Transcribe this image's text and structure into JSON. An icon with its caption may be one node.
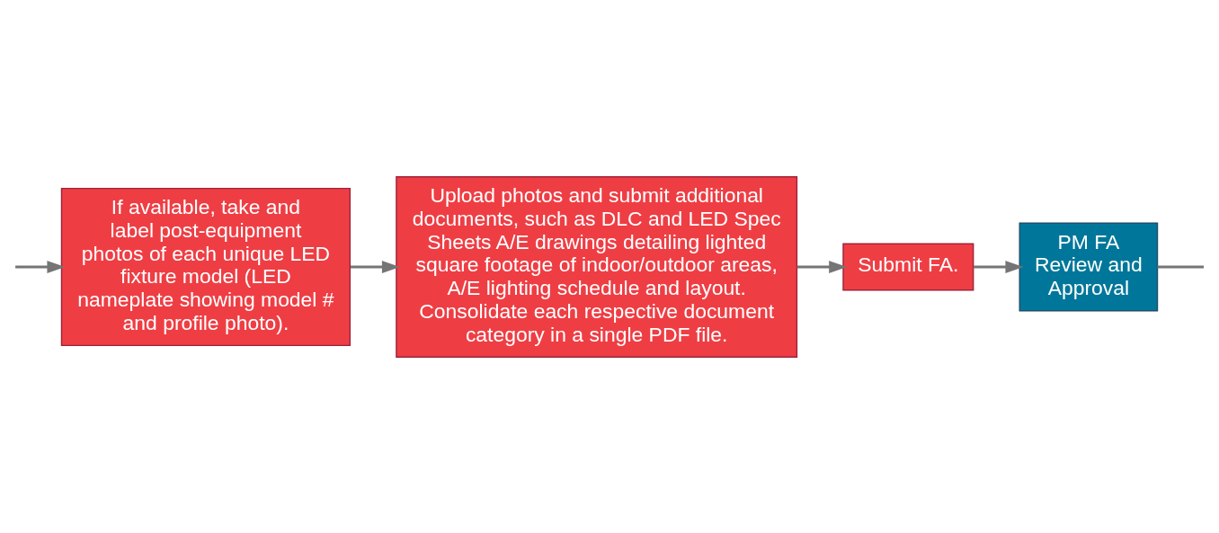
{
  "diagram": {
    "nodes": [
      {
        "text": [
          "If available, take and label post-equipment photos of each unique LED fixture model (LED nameplate showing model # and profile photo)."
        ]
      },
      {
        "text": [
          "Upload photos and submit additional documents, such as DLC and LED Spec Sheets A/E drawings detailing lighted square footage of indoor/outdoor areas, A/E lighting schedule and layout. Consolidate each respective document category in a single PDF file."
        ]
      },
      {
        "text": [
          "Submit FA."
        ]
      },
      {
        "text": [
          "PM FA Review and Approval"
        ]
      }
    ],
    "edges": [
      {
        "from": null,
        "to": 0,
        "arrow": "to"
      },
      {
        "from": 0,
        "to": 1,
        "arrow": "to"
      },
      {
        "from": 1,
        "to": 2,
        "arrow": "to"
      },
      {
        "from": 2,
        "to": 3,
        "arrow": "to"
      },
      {
        "from": 3,
        "to": null,
        "arrow": "none"
      }
    ]
  }
}
